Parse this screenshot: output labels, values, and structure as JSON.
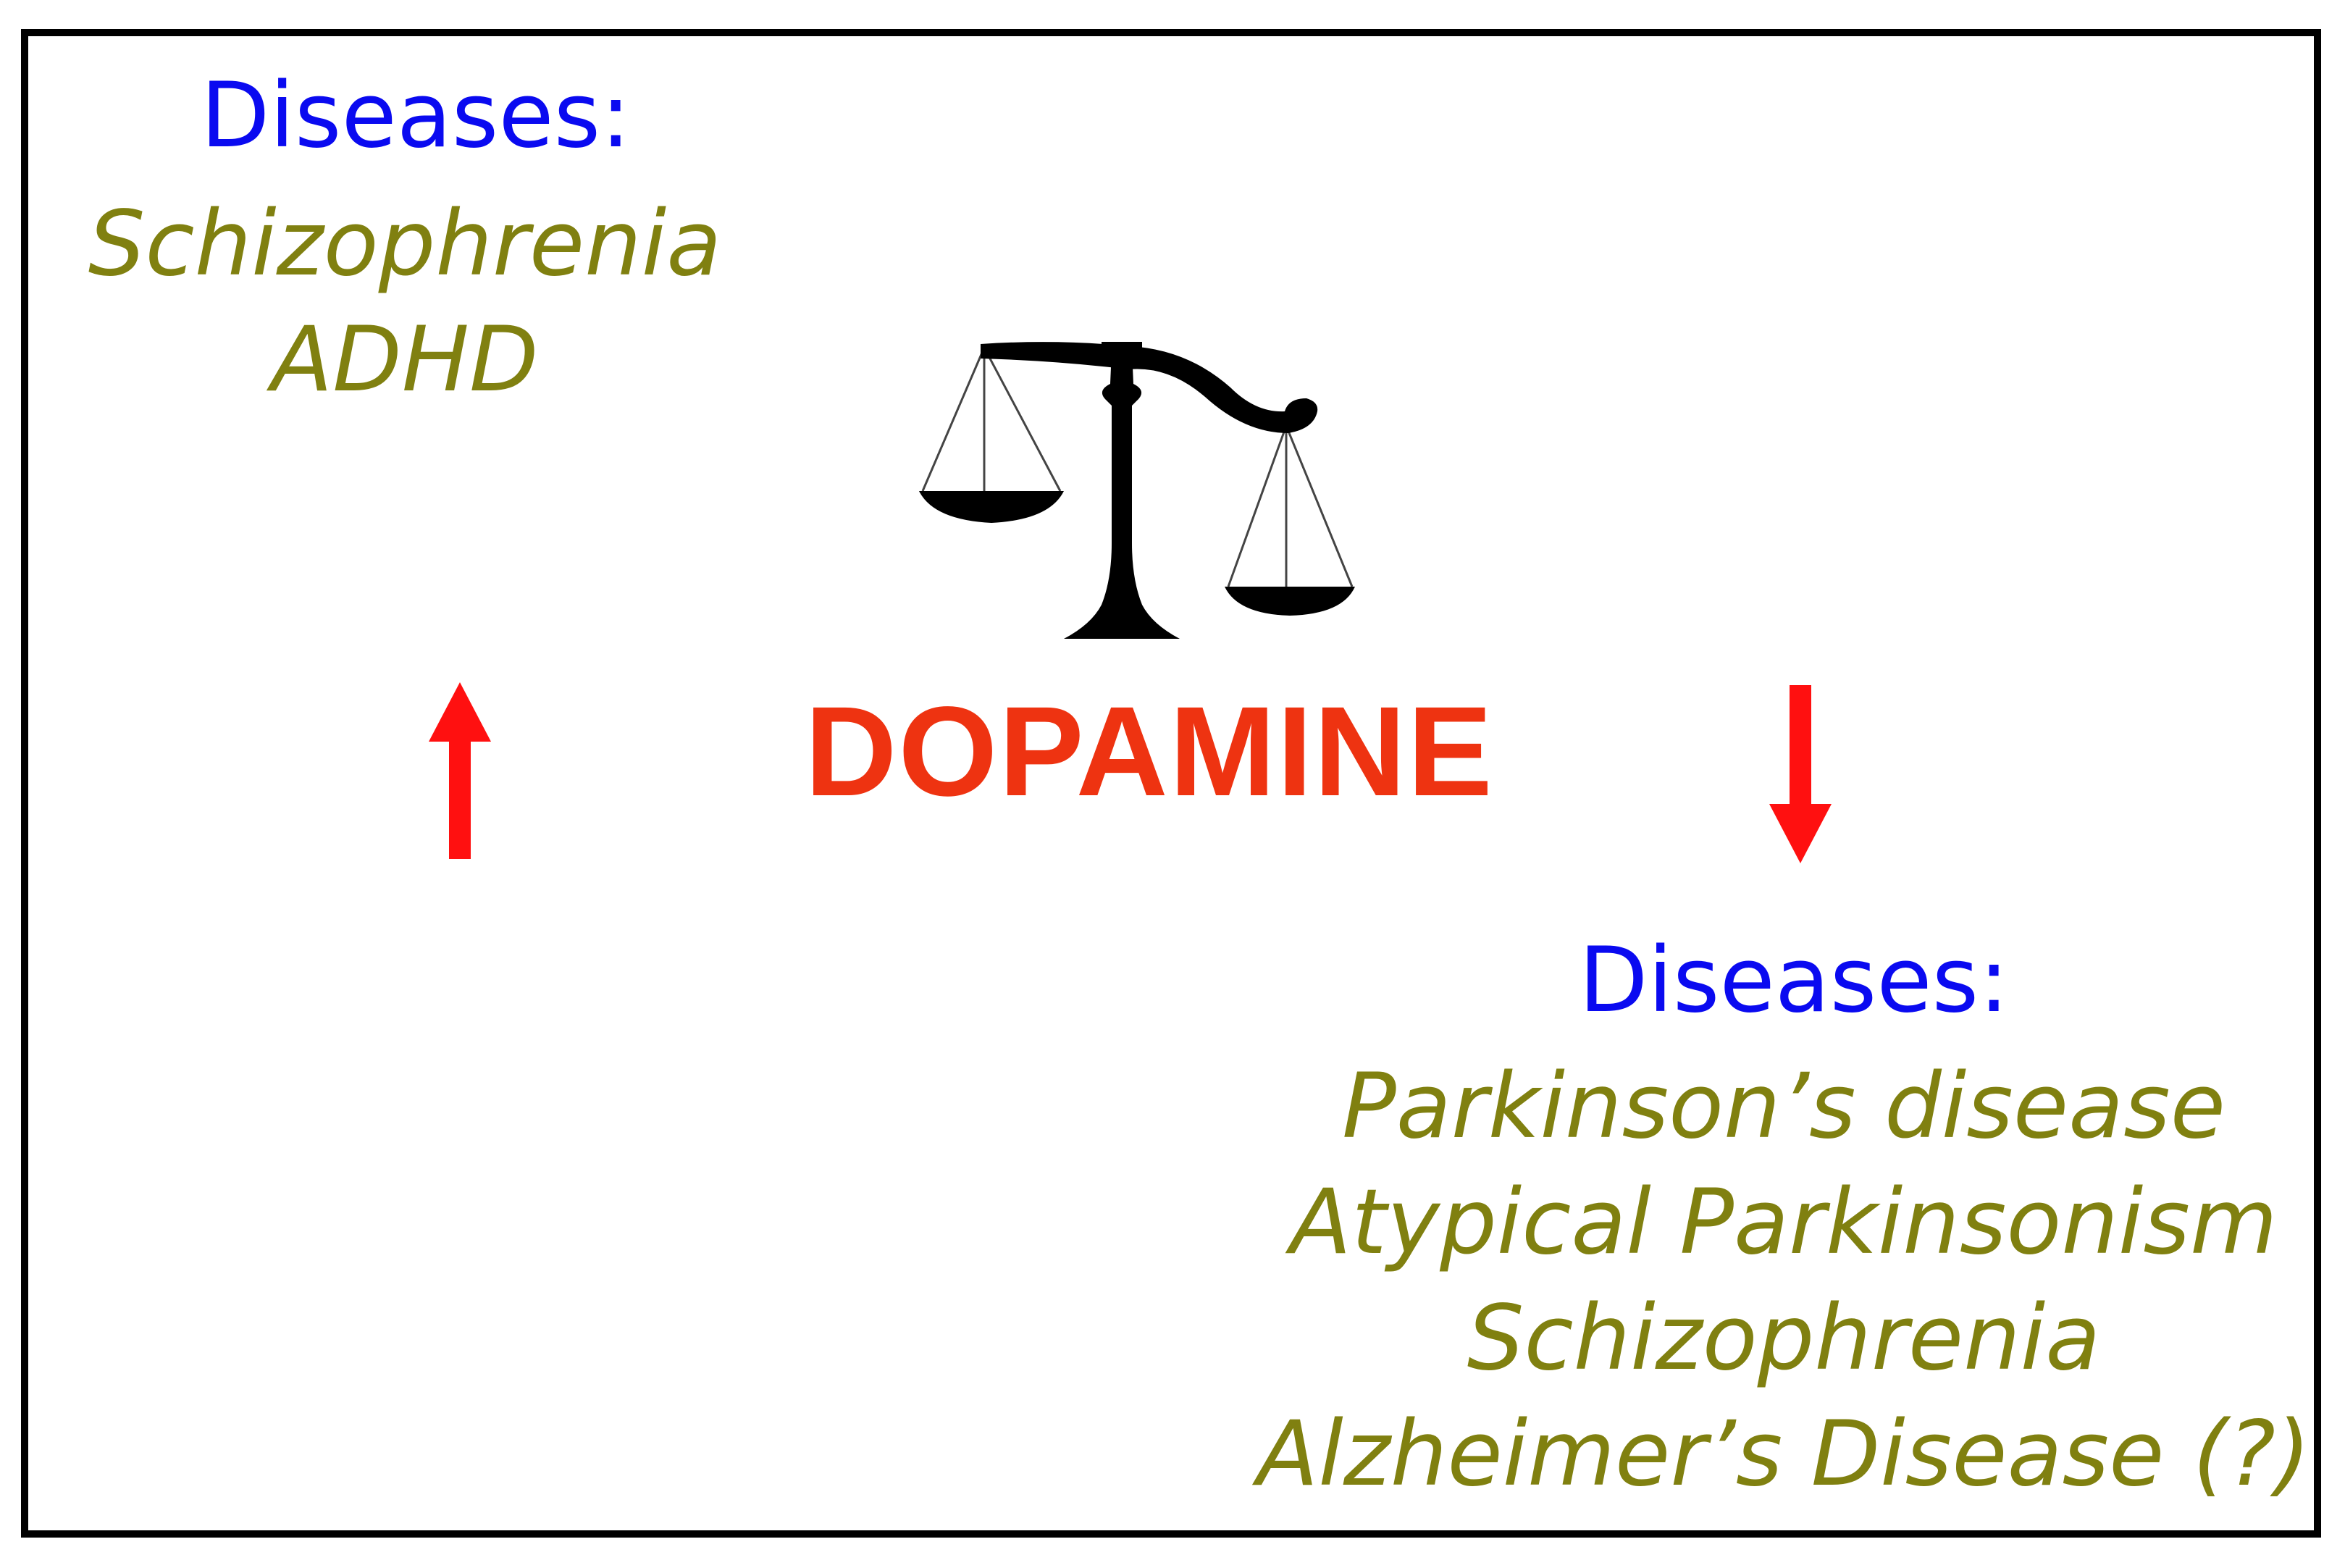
{
  "center": {
    "title": "DOPAMINE",
    "title_color": "#ee3311"
  },
  "icons": {
    "scale": "balance-scale-icon",
    "increase": "arrow-up-icon",
    "decrease": "arrow-down-icon"
  },
  "colors": {
    "heading": "#0a0af0",
    "disease": "#808010",
    "arrow": "#ff1010",
    "frame": "#000000"
  },
  "increased": {
    "heading": "Diseases:",
    "diseases": [
      "Schizophrenia",
      "ADHD"
    ]
  },
  "decreased": {
    "heading": "Diseases:",
    "diseases": [
      "Parkinson’s disease",
      "Atypical Parkinsonism",
      "Schizophrenia",
      "Alzheimer’s Disease (?)"
    ]
  }
}
